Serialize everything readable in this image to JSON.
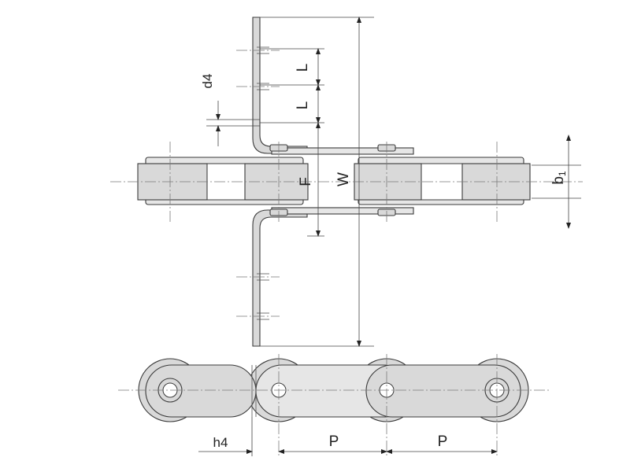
{
  "labels": {
    "L_top": "L",
    "L_bottom": "L",
    "d4": "d4",
    "F": "F",
    "W": "W",
    "b1": "b",
    "b1_sub": "1",
    "h4": "h4",
    "P_left": "P",
    "P_right": "P"
  },
  "colors": {
    "part_fill": "#d9d9d9",
    "outline": "#3a3a3a"
  }
}
